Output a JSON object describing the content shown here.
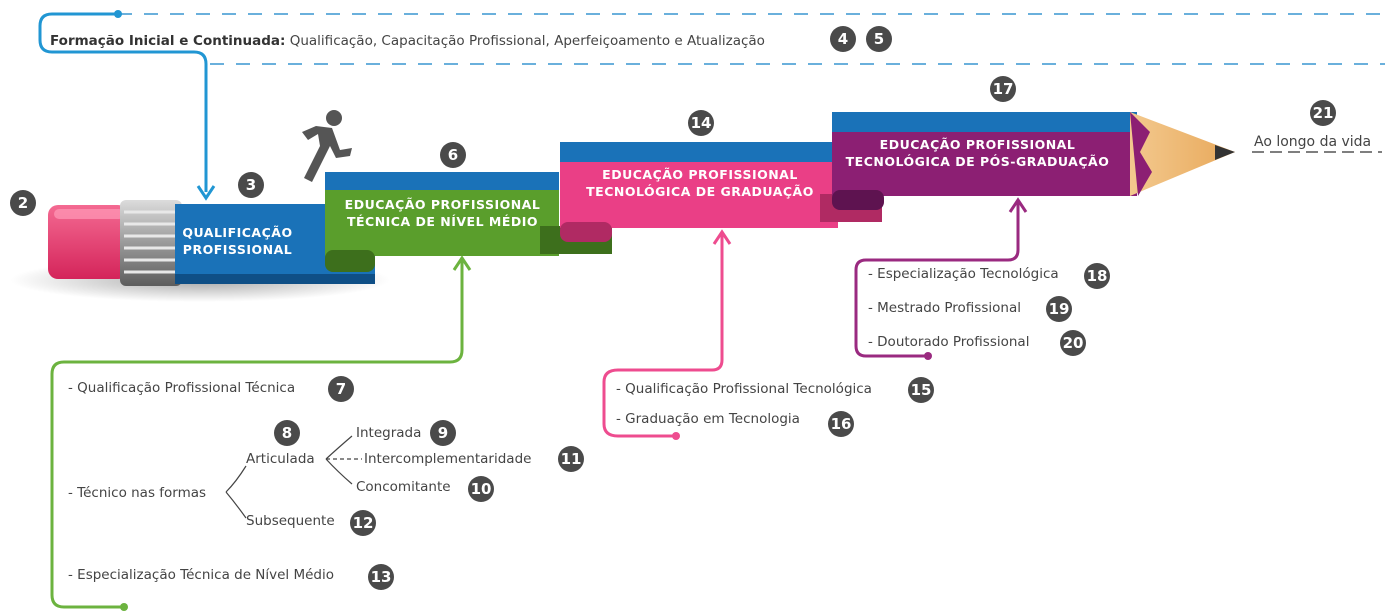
{
  "header": {
    "title_bold": "Formação Inicial e Continuada:",
    "title_rest": " Qualificação, Capacitação Profissional, Aperfeiçoamento e Atualização"
  },
  "segments": {
    "qualificacao": {
      "line1": "QUALIFICAÇÃO",
      "line2": "PROFISSIONAL"
    },
    "tecnica": {
      "line1": "EDUCAÇÃO PROFISSIONAL",
      "line2": "TÉCNICA DE NÍVEL MÉDIO"
    },
    "graduacao": {
      "line1": "EDUCAÇÃO PROFISSIONAL",
      "line2": "TECNOLÓGICA DE GRADUAÇÃO"
    },
    "pos": {
      "line1": "EDUCAÇÃO PROFISSIONAL",
      "line2": "TECNOLÓGICA DE PÓS-GRADUAÇÃO"
    }
  },
  "end_label": "Ao longo da vida",
  "badges": {
    "b2": "2",
    "b3": "3",
    "b4": "4",
    "b5": "5",
    "b6": "6",
    "b7": "7",
    "b8": "8",
    "b9": "9",
    "b10": "10",
    "b11": "11",
    "b12": "12",
    "b13": "13",
    "b14": "14",
    "b15": "15",
    "b16": "16",
    "b17": "17",
    "b18": "18",
    "b19": "19",
    "b20": "20",
    "b21": "21"
  },
  "tecnica_items": {
    "qualificacao_tecnica": "- Qualificação Profissional Técnica",
    "tecnico_formas": "- Técnico nas formas",
    "articulada": "Articulada",
    "integrada": "Integrada",
    "intercomplementaridade": "Intercomplementaridade",
    "concomitante": "Concomitante",
    "subsequente": "Subsequente",
    "especializacao_tecnica": "- Especialização Técnica de Nível Médio"
  },
  "graduacao_items": {
    "qualificacao_tecnologica": "- Qualificação Profissional Tecnológica",
    "graduacao_tecnologia": "- Graduação em Tecnologia"
  },
  "pos_items": {
    "especializacao_tecnologica": "- Especialização Tecnológica",
    "mestrado": "- Mestrado Profissional",
    "doutorado": "- Doutorado Profissional"
  },
  "colors": {
    "blue": "#1a72b8",
    "blue_dark": "#0f4f86",
    "green": "#5a9e2c",
    "green_dark": "#3d6f1c",
    "pink": "#ea3f86",
    "pink_dark": "#b02a63",
    "purple": "#8c1f73",
    "purple_dark": "#5e1350",
    "connector_blue": "#2196d3",
    "connector_green": "#6cb33f",
    "connector_pink": "#ee4c8f",
    "connector_purple": "#9a2a80"
  }
}
